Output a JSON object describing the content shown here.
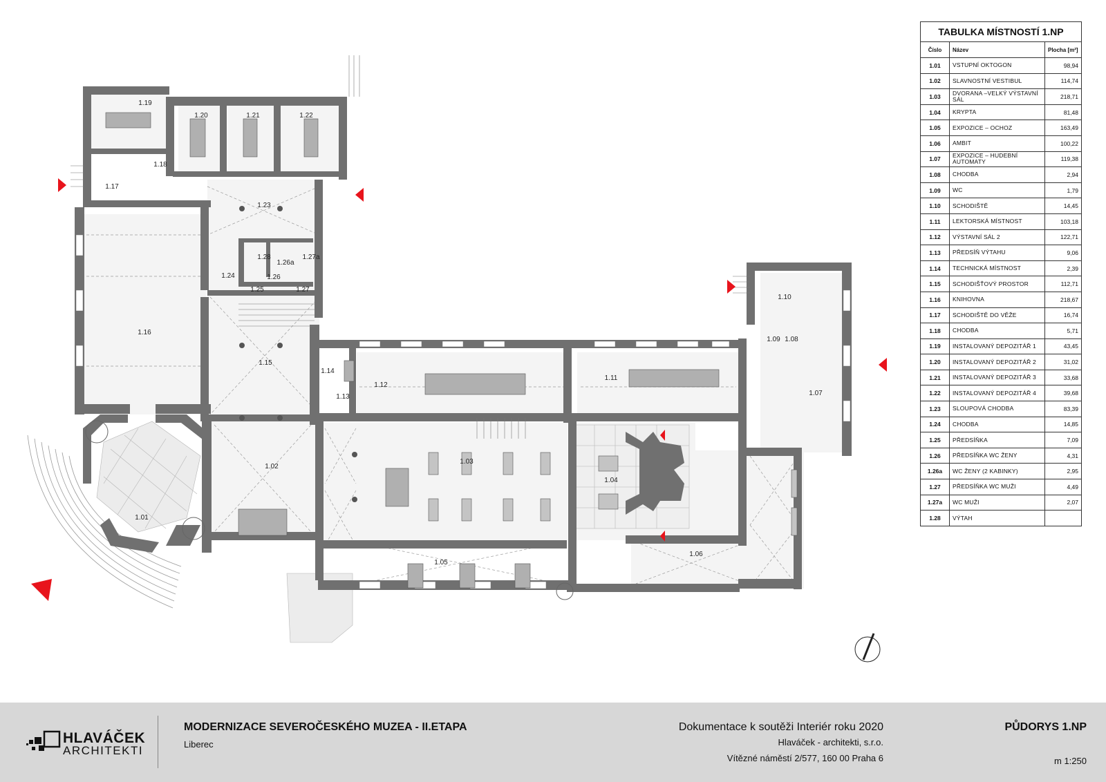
{
  "table": {
    "title": "TABULKA MÍSTNOSTÍ 1.NP",
    "col_number": "Číslo",
    "col_name": "Název",
    "col_area": "Plocha [m²]",
    "rows": [
      {
        "no": "1.01",
        "name": "VSTUPNÍ OKTOGON",
        "area": "98,94"
      },
      {
        "no": "1.02",
        "name": "SLAVNOSTNÍ VESTIBUL",
        "area": "114,74"
      },
      {
        "no": "1.03",
        "name": "DVORANA –VELKÝ VÝSTAVNÍ SÁL",
        "area": "218,71"
      },
      {
        "no": "1.04",
        "name": "KRYPTA",
        "area": "81,48"
      },
      {
        "no": "1.05",
        "name": "EXPOZICE – OCHOZ",
        "area": "163,49"
      },
      {
        "no": "1.06",
        "name": "AMBIT",
        "area": "100,22"
      },
      {
        "no": "1.07",
        "name": "EXPOZICE – HUDEBNÍ AUTOMATY",
        "area": "119,38"
      },
      {
        "no": "1.08",
        "name": "CHODBA",
        "area": "2,94"
      },
      {
        "no": "1.09",
        "name": "WC",
        "area": "1,79"
      },
      {
        "no": "1.10",
        "name": "SCHODIŠTĚ",
        "area": "14,45"
      },
      {
        "no": "1.11",
        "name": "LEKTORSKÁ MÍSTNOST",
        "area": "103,18"
      },
      {
        "no": "1.12",
        "name": "VÝSTAVNÍ SÁL 2",
        "area": "122,71"
      },
      {
        "no": "1.13",
        "name": "PŘEDSÍŇ VÝTAHU",
        "area": "9,06"
      },
      {
        "no": "1.14",
        "name": "TECHNICKÁ MÍSTNOST",
        "area": "2,39"
      },
      {
        "no": "1.15",
        "name": "SCHODIŠŤOVÝ PROSTOR",
        "area": "112,71"
      },
      {
        "no": "1.16",
        "name": "KNIHOVNA",
        "area": "218,67"
      },
      {
        "no": "1.17",
        "name": "SCHODIŠTĚ DO VĚŽE",
        "area": "16,74"
      },
      {
        "no": "1.18",
        "name": "CHODBA",
        "area": "5,71"
      },
      {
        "no": "1.19",
        "name": "INSTALOVANÝ DEPOZITÁŘ 1",
        "area": "43,45"
      },
      {
        "no": "1.20",
        "name": "INSTALOVANÝ DEPOZITÁŘ 2",
        "area": "31,02"
      },
      {
        "no": "1.21",
        "name": "INSTALOVANÝ DEPOZITÁŘ 3",
        "area": "33,68"
      },
      {
        "no": "1.22",
        "name": "INSTALOVANÝ DEPOZITÁŘ 4",
        "area": "39,68"
      },
      {
        "no": "1.23",
        "name": "SLOUPOVÁ CHODBA",
        "area": "83,39"
      },
      {
        "no": "1.24",
        "name": "CHODBA",
        "area": "14,85"
      },
      {
        "no": "1.25",
        "name": "PŘEDSÍŇKA",
        "area": "7,09"
      },
      {
        "no": "1.26",
        "name": "PŘEDSÍŇKA WC ŽENY",
        "area": "4,31"
      },
      {
        "no": "1.26a",
        "name": "WC ŽENY (2 KABINKY)",
        "area": "2,95"
      },
      {
        "no": "1.27",
        "name": "PŘEDSÍŇKA WC MUŽI",
        "area": "4,49"
      },
      {
        "no": "1.27a",
        "name": "WC MUŽI",
        "area": "2,07"
      },
      {
        "no": "1.28",
        "name": "VÝTAH",
        "area": ""
      }
    ]
  },
  "plan": {
    "labels": {
      "r101": "1.01",
      "r102": "1.02",
      "r103": "1.03",
      "r104": "1.04",
      "r105": "1.05",
      "r106": "1.06",
      "r107": "1.07",
      "r108": "1.08",
      "r109": "1.09",
      "r110": "1.10",
      "r111": "1.11",
      "r112": "1.12",
      "r113": "1.13",
      "r114": "1.14",
      "r115": "1.15",
      "r116": "1.16",
      "r117": "1.17",
      "r118": "1.18",
      "r119": "1.19",
      "r120": "1.20",
      "r121": "1.21",
      "r122": "1.22",
      "r123": "1.23",
      "r124": "1.24",
      "r125": "1.25",
      "r126": "1.26",
      "r126a": "1.26a",
      "r127": "1.27",
      "r127a": "1.27a",
      "r128": "1.28"
    },
    "wall_color": "#707070",
    "entrance_color": "#e8141c"
  },
  "footer": {
    "logo_line1": "HLAVÁČEK",
    "logo_line2": "ARCHITEKTI",
    "project_title": "MODERNIZACE SEVEROČESKÉHO MUZEA - II.ETAPA",
    "project_city": "Liberec",
    "doc_line1": "Dokumentace k soutěži Interiér roku 2020",
    "doc_line2": "Hlaváček - architekti, s.r.o.",
    "doc_line3": "Vítězné náměstí 2/577, 160 00 Praha 6",
    "sheet_title": "PŮDORYS 1.NP",
    "scale": "m 1:250"
  }
}
